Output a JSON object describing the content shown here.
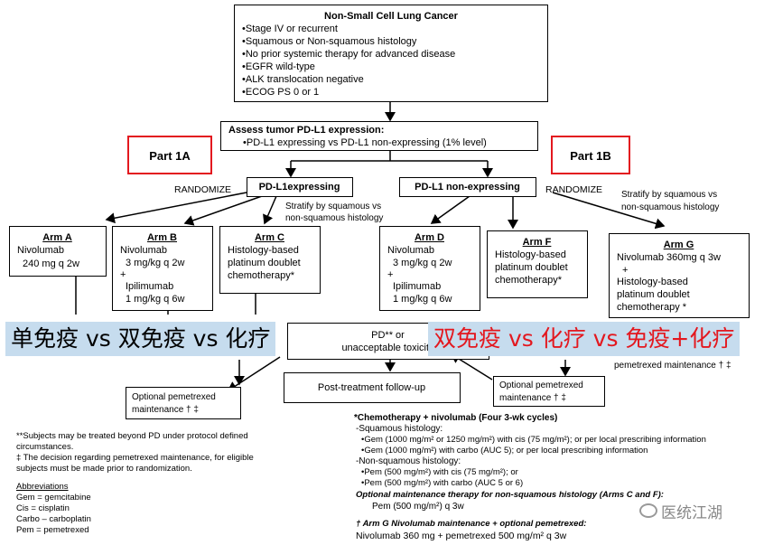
{
  "top_box": {
    "title": "Non-Small Cell Lung Cancer",
    "items": [
      "•Stage IV or recurrent",
      "•Squamous or Non-squamous histology",
      "•No prior systemic therapy for advanced disease",
      "•EGFR wild-type",
      "•ALK translocation negative",
      "•ECOG PS 0 or 1"
    ]
  },
  "assess_box": {
    "title": "Assess tumor PD-L1 expression:",
    "text": "•PD-L1 expressing vs PD-L1 non-expressing (1% level)"
  },
  "part_1a": "Part 1A",
  "part_1b": "Part 1B",
  "randomize_left": "RANDOMIZE",
  "randomize_right": "RANDOMIZE",
  "pd_l1_expressing": "PD-L1expressing",
  "pd_l1_non_expressing": "PD-L1 non-expressing",
  "stratify_left": [
    "Stratify by squamous vs",
    "non-squamous histology"
  ],
  "stratify_right": [
    "Stratify by squamous vs",
    "non-squamous histology"
  ],
  "arm_a": {
    "title": "Arm A",
    "lines": [
      "Nivolumab",
      "240 mg q 2w"
    ]
  },
  "arm_b": {
    "title": "Arm B",
    "lines": [
      "Nivolumab",
      "3 mg/kg q 2w",
      "+",
      "Ipilimumab",
      "1 mg/kg q 6w"
    ]
  },
  "arm_c": {
    "title": "Arm C",
    "lines": [
      "Histology-based",
      "platinum doublet",
      "chemotherapy*"
    ]
  },
  "arm_d": {
    "title": "Arm D",
    "lines": [
      "Nivolumab",
      "3 mg/kg q 2w",
      "+",
      "Ipilimumab",
      "1 mg/kg q 6w"
    ]
  },
  "arm_f": {
    "title": "Arm F",
    "lines": [
      "Histology-based",
      "platinum doublet",
      "chemotherapy*"
    ]
  },
  "arm_g": {
    "title": "Arm G",
    "lines": [
      "Nivolumab  360mg  q 3w",
      "+",
      "Histology-based",
      "platinum doublet",
      "chemotherapy *"
    ]
  },
  "banner_left": "单免疫 vs 双免疫 vs 化疗",
  "banner_right": "双免疫 vs 化疗 vs 免疫+化疗",
  "pd_box": [
    "PD** or",
    "unacceptable toxicity"
  ],
  "followup": "Post-treatment follow-up",
  "opt_pem_left": [
    "Optional pemetrexed",
    "maintenance † ‡"
  ],
  "opt_pem_right": [
    "Optional pemetrexed",
    "maintenance † ‡"
  ],
  "pem_maint_g": "pemetrexed maintenance † ‡",
  "footnotes": [
    "**Subjects may be treated beyond PD under protocol defined",
    "circumstances.",
    "‡ The decision regarding pemetrexed maintenance, for eligible",
    "subjects must be made prior to randomization."
  ],
  "abbrev_title": "Abbreviations",
  "abbrevs": [
    "Gem = gemcitabine",
    "Cis = cisplatin",
    "Carbo – carboplatin",
    "Pem = pemetrexed"
  ],
  "chemo": {
    "title": "*Chemotherapy + nivolumab (Four 3-wk cycles)",
    "squamous": "-Squamous histology:",
    "sq1": "•Gem (1000 mg/m² or 1250 mg/m²) with cis (75 mg/m²); or  per local prescribing information",
    "sq2": "•Gem (1000 mg/m²) with carbo (AUC 5); or per local prescribing information",
    "nonsq": "-Non-squamous histology:",
    "ns1": "•Pem (500 mg/m²) with cis (75 mg/m²); or",
    "ns2": "•Pem (500 mg/m²) with carbo (AUC 5 or 6)",
    "optional": "Optional maintenance therapy for non-squamous histology (Arms C and F):",
    "optional_dose": "Pem (500 mg/m²) q 3w",
    "arm_g_title": "† Arm G Nivolumab maintenance + optional pemetrexed:",
    "arm_g_dose": "Nivolumab 360 mg  +  pemetrexed 500 mg/m² q 3w"
  },
  "watermark": "医统江湖"
}
